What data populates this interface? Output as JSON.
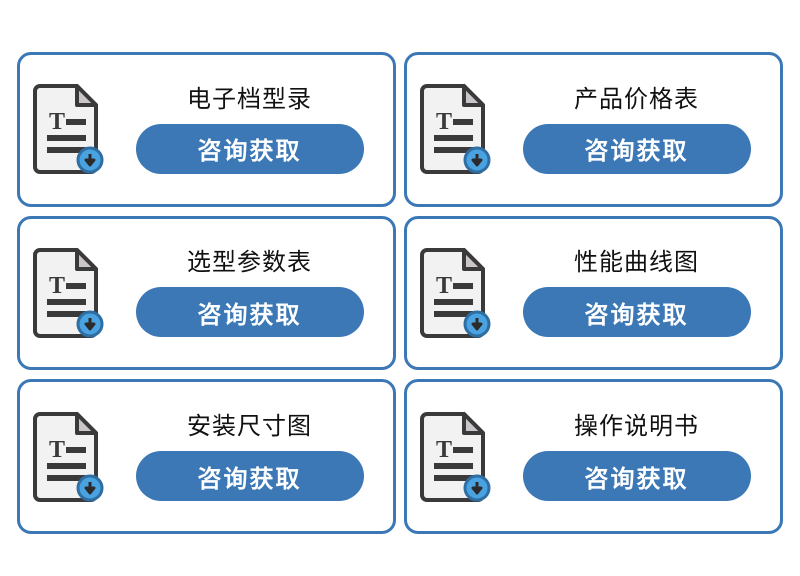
{
  "page": {
    "background_color": "#ffffff",
    "accent_color": "#3b78b5",
    "title_color": "#111111",
    "button_text_color": "#ffffff"
  },
  "grid": {
    "columns": 2,
    "rows": 3,
    "cards": [
      {
        "title": "电子档型录",
        "button_label": "咨询获取",
        "icon": "document-download-icon"
      },
      {
        "title": "产品价格表",
        "button_label": "咨询获取",
        "icon": "document-download-icon"
      },
      {
        "title": "选型参数表",
        "button_label": "咨询获取",
        "icon": "document-download-icon"
      },
      {
        "title": "性能曲线图",
        "button_label": "咨询获取",
        "icon": "document-download-icon"
      },
      {
        "title": "安装尺寸图",
        "button_label": "咨询获取",
        "icon": "document-download-icon"
      },
      {
        "title": "操作说明书",
        "button_label": "咨询获取",
        "icon": "document-download-icon"
      }
    ]
  },
  "icon_colors": {
    "page_fill": "#f2f2f2",
    "page_stroke": "#3a3a3a",
    "fold_fill": "#c9c5c9",
    "text_line": "#3a3a3a",
    "badge_fill": "#4aa3e0",
    "badge_stroke": "#2e6ea3",
    "badge_arrow": "#2b2b2b"
  }
}
